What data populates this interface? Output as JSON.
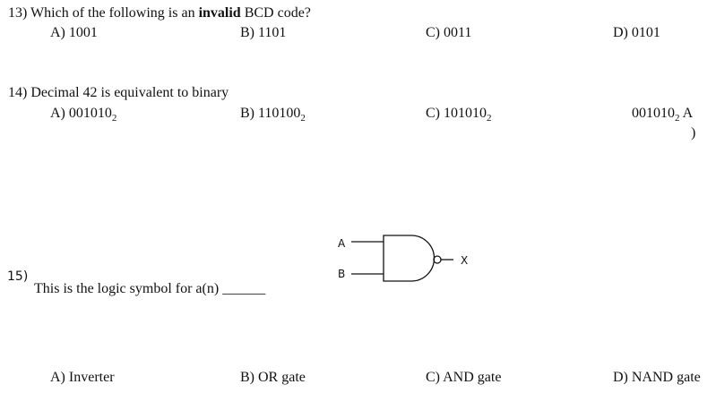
{
  "q13": {
    "number": "13)",
    "prefix": "Which of the following is an ",
    "bold": "invalid",
    "suffix": " BCD code?",
    "options": [
      "A) 1001",
      "B) 1101",
      "C) 0011",
      "D) 0101"
    ]
  },
  "q14": {
    "number": "14)",
    "text": "Decimal 42 is equivalent to binary",
    "options": [
      {
        "text": "A) 001010",
        "sub": "2"
      },
      {
        "text": "B) 110100",
        "sub": "2"
      },
      {
        "text": "C) 101010",
        "sub": "2"
      },
      {
        "text": "001010",
        "sub": "2",
        "suffix": " A",
        "line2": ")"
      }
    ]
  },
  "q15": {
    "number": "15)",
    "text": "This is the logic symbol for a(n) ______",
    "gate": {
      "input_a": "A",
      "input_b": "B",
      "output": "X"
    },
    "options": [
      "A) Inverter",
      "B) OR gate",
      "C) AND gate",
      "D) NAND gate"
    ]
  }
}
